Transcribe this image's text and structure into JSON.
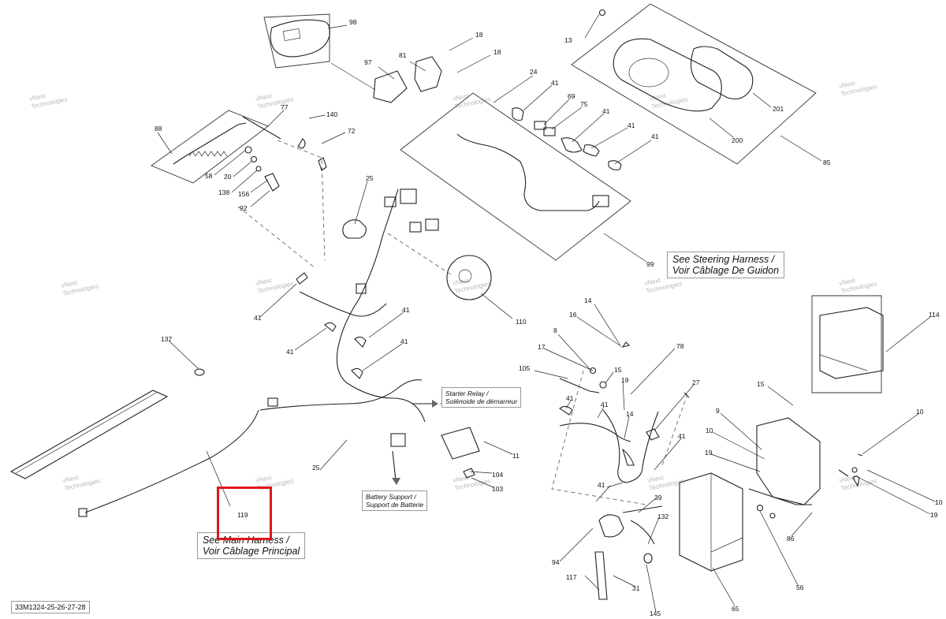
{
  "diagram": {
    "reference_code": "33M1324-25-26-27-28",
    "watermark_line1": "vNext",
    "watermark_line2": "Technologies",
    "callouts": {
      "steering_harness": [
        "See Steering Harness /",
        "Voir Câblage De Guidon"
      ],
      "main_harness": [
        "See Main Harness /",
        "Voir Câblage Principal"
      ],
      "starter_relay": [
        "Starter Relay /",
        "Solénoide de démarreur"
      ],
      "battery_support": [
        "Battery Support /",
        "Support de Batterie"
      ]
    },
    "part_numbers": [
      "98",
      "97",
      "81",
      "18",
      "18",
      "13",
      "24",
      "41",
      "69",
      "75",
      "41",
      "41",
      "41",
      "201",
      "200",
      "85",
      "77",
      "140",
      "72",
      "88",
      "58",
      "20",
      "138",
      "156",
      "92",
      "25",
      "99",
      "110",
      "41",
      "41",
      "41",
      "41",
      "137",
      "14",
      "16",
      "8",
      "17",
      "105",
      "15",
      "19",
      "78",
      "27",
      "41",
      "41",
      "14",
      "41",
      "41",
      "39",
      "132",
      "94",
      "117",
      "31",
      "145",
      "65",
      "56",
      "86",
      "19",
      "10",
      "19",
      "10",
      "9",
      "10",
      "15",
      "114",
      "25",
      "11",
      "104",
      "103",
      "119"
    ],
    "highlight_color": "#e0151b"
  }
}
